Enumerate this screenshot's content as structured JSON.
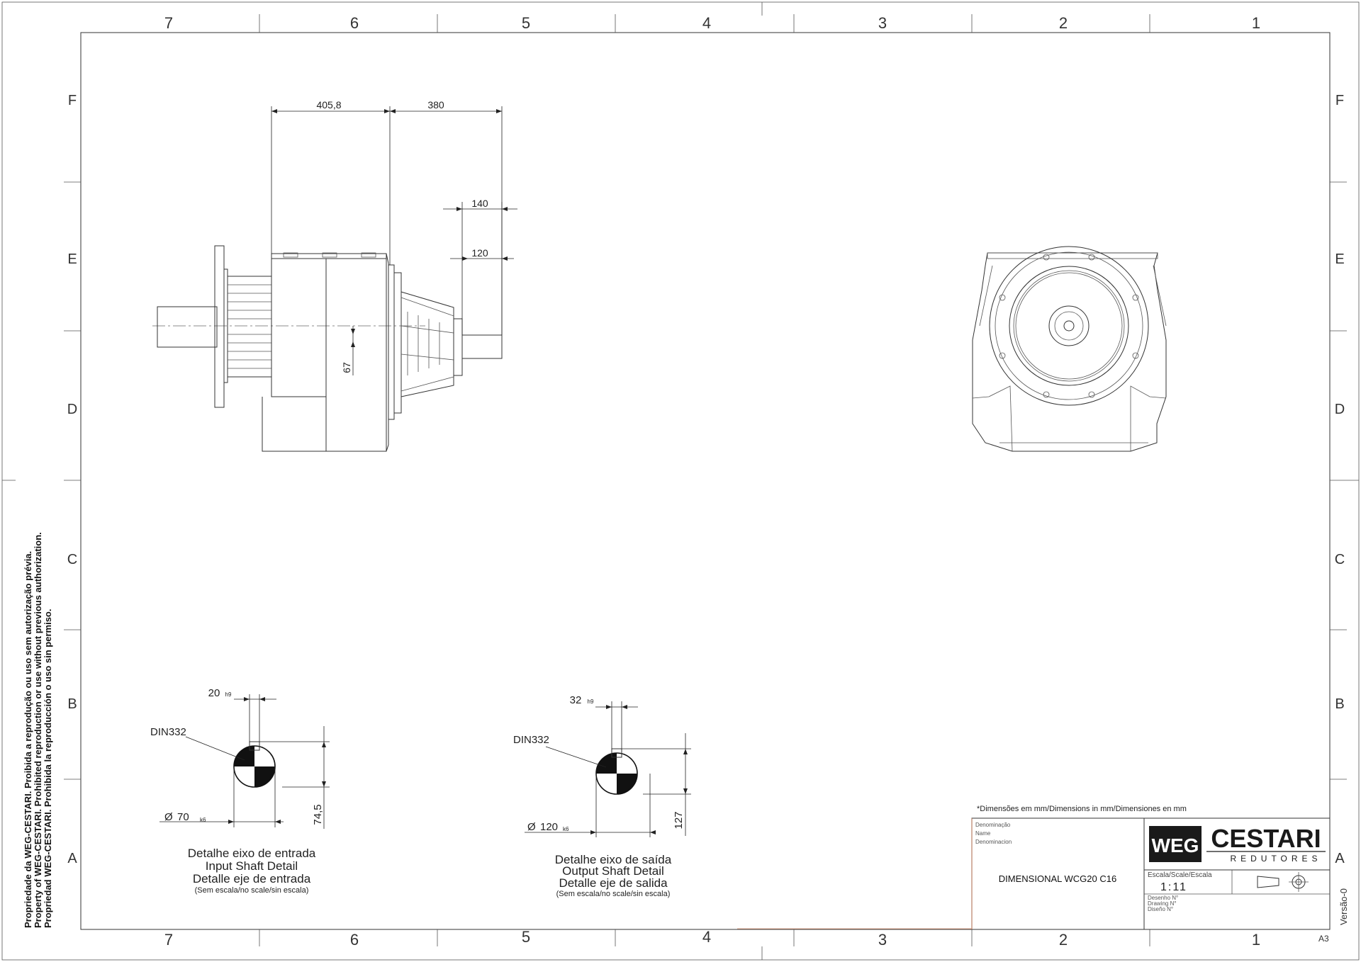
{
  "border": {
    "columns_top": [
      "7",
      "6",
      "5",
      "4",
      "3",
      "2",
      "1"
    ],
    "columns_bottom": [
      "7",
      "6",
      "5",
      "4",
      "3",
      "2",
      "1"
    ],
    "rows": [
      "F",
      "E",
      "D",
      "C",
      "B",
      "A"
    ]
  },
  "copyright": {
    "line1": "Propriedade da WEG-CESTARI. Proibida a reprodução ou uso sem autorização prévia.",
    "line2": "Property of WEG-CESTARI. Prohibited reproduction or use without previous authorization.",
    "line3": "Propriedad WEG-CESTARI. Prohibida la reproducción o uso sin permiso."
  },
  "side_view": {
    "dim_a": "405,8",
    "dim_b": "380",
    "dim_c": "140",
    "dim_d": "120",
    "dim_e": "67"
  },
  "input_shaft": {
    "key_width": "20",
    "key_tol": "h9",
    "din_label": "DIN332",
    "dia_symbol": "Ø",
    "diameter": "70",
    "dia_tol": "k6",
    "height": "74,5",
    "title_pt": "Detalhe eixo de entrada",
    "title_en": "Input Shaft Detail",
    "title_es": "Detalle eje de entrada",
    "note": "(Sem escala/no scale/sin escala)"
  },
  "output_shaft": {
    "key_width": "32",
    "key_tol": "h9",
    "din_label": "DIN332",
    "dia_symbol": "Ø",
    "diameter": "120",
    "dia_tol": "k6",
    "height": "127",
    "title_pt": "Detalhe eixo de saída",
    "title_en": "Output Shaft Detail",
    "title_es": "Detalle eje de salida",
    "note": "(Sem escala/no scale/sin escala)"
  },
  "title_block": {
    "dimensions_note": "*Dimensões em mm/Dimensions in mm/Dimensiones en mm",
    "name_label_1": "Denominação",
    "name_label_2": "Name",
    "name_label_3": "Denominacion",
    "drawing_name": "DIMENSIONAL WCG20 C16",
    "logo_weg": "WEG",
    "logo_brand": "CESTARI",
    "logo_sub": "REDUTORES",
    "scale_label": "Escala/Scale/Escala",
    "scale_value": "1:11",
    "drawing_no_1": "Desenho N°",
    "drawing_no_2": "Drawing N°",
    "drawing_no_3": "Diseño N°",
    "version": "Versão-0",
    "sheet_size": "A3"
  }
}
